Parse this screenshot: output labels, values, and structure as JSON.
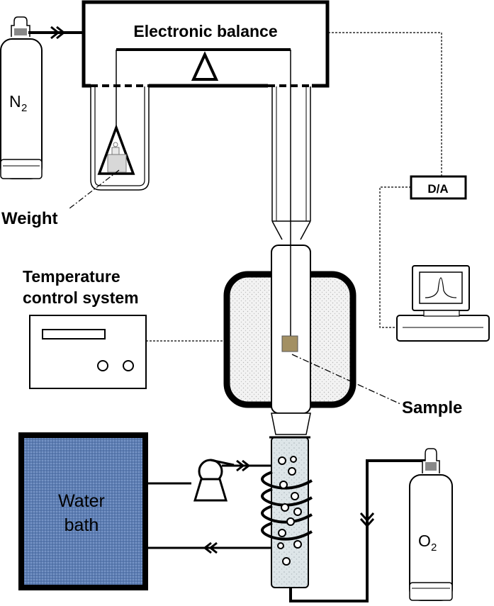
{
  "labels": {
    "electronic_balance": "Electronic balance",
    "n2_main": "N",
    "n2_sub": "2",
    "weight": "Weight",
    "da": "D/A",
    "temperature_line1": "Temperature",
    "temperature_line2": "control system",
    "sample": "Sample",
    "water_line1": "Water",
    "water_line2": "bath",
    "o2_main": "O",
    "o2_sub": "2"
  },
  "colors": {
    "line": "#000000",
    "furnace_fill": "#f1f1f1",
    "water_bath": "#5f7fb6",
    "water_bath_text": "#1e2f52",
    "sample": "#a39063",
    "reactor_fill": "#d9e2e6"
  },
  "icons": [
    "gas-cylinder-icon",
    "weight-icon",
    "computer-icon",
    "pump-icon",
    "flow-arrow-icon"
  ]
}
